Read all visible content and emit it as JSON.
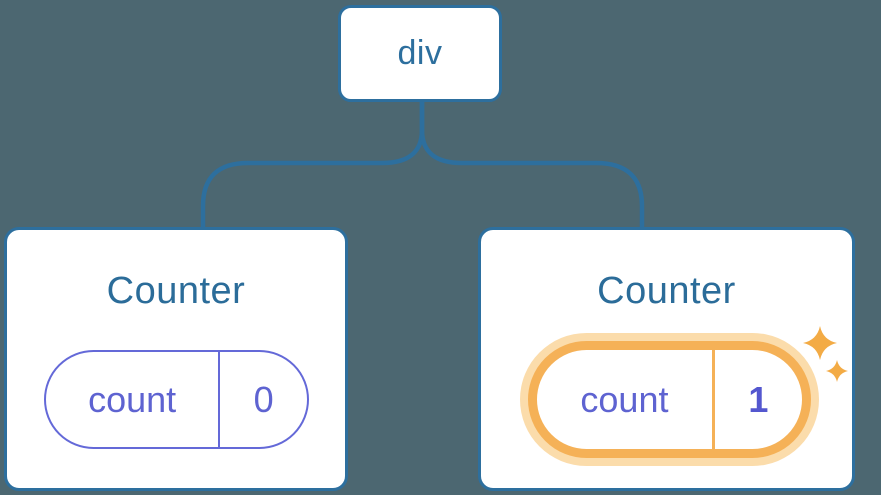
{
  "diagram": {
    "type": "component-tree",
    "root": {
      "label": "div"
    },
    "cards": [
      {
        "title": "Counter",
        "state": {
          "label": "count",
          "value": "0"
        },
        "highlighted": false
      },
      {
        "title": "Counter",
        "state": {
          "label": "count",
          "value": "1"
        },
        "highlighted": true
      }
    ]
  },
  "colors": {
    "background": "#4c6771",
    "node_fill": "#ffffff",
    "node_border_blue": "#2d6f9e",
    "title_text_blue": "#2b6c99",
    "state_purple": "#5e63d1",
    "state_border_purple": "#6469d8",
    "highlight_orange": "#f5b157",
    "highlight_halo": "#fbdcab",
    "sparkle_orange": "#f3ab45"
  }
}
